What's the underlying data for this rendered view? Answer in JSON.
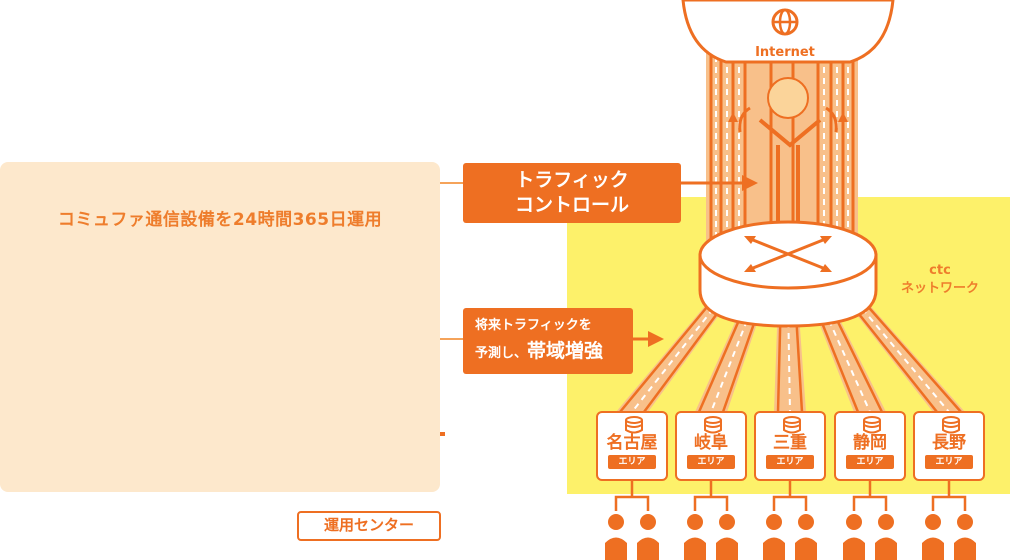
{
  "center": {
    "title": "コミュファ通信設備を24時間365日運用",
    "label": "運用センター"
  },
  "traffic_control": {
    "line1": "トラフィック",
    "line2": "コントロール"
  },
  "forecast": {
    "line1": "将来トラフィックを",
    "line2a": "予測し、",
    "line2b": "帯域増強"
  },
  "network": {
    "line1": "ctc",
    "line2": "ネットワーク"
  },
  "internet": {
    "label": "Internet"
  },
  "areas": [
    {
      "name": "名古屋",
      "sub": "エリア"
    },
    {
      "name": "岐阜",
      "sub": "エリア"
    },
    {
      "name": "三重",
      "sub": "エリア"
    },
    {
      "name": "静岡",
      "sub": "エリア"
    },
    {
      "name": "長野",
      "sub": "エリア"
    }
  ],
  "colors": {
    "orange": "#ee6f22",
    "light_orange": "#f5a35a",
    "panel": "#fde8cc",
    "yellow": "#fdf16a"
  },
  "icons": [
    "globe-icon",
    "warning-icon",
    "database-icon",
    "person-icon",
    "monitor-icon",
    "router-icon"
  ]
}
